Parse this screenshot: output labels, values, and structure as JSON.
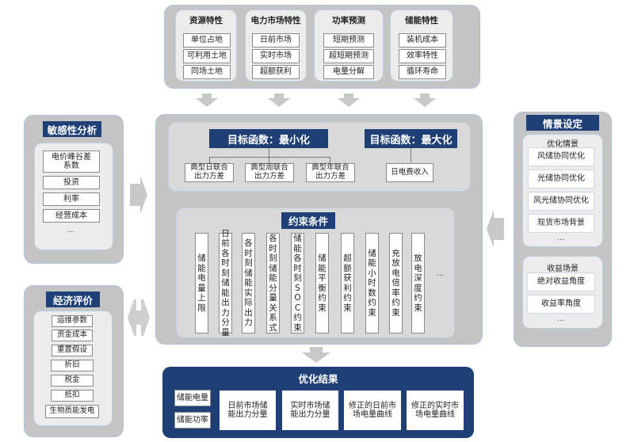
{
  "top_panels": [
    {
      "title": "资源特性",
      "items": [
        "单位占地",
        "可利用土地",
        "同场土地"
      ]
    },
    {
      "title": "电力市场特性",
      "items": [
        "日前市场",
        "实时市场",
        "超额获利"
      ]
    },
    {
      "title": "功率预测",
      "items": [
        "短期预测",
        "超短期预测",
        "电量分解"
      ]
    },
    {
      "title": "储能特性",
      "items": [
        "装机成本",
        "效率特性",
        "循环寿命"
      ]
    }
  ],
  "sensitivity": {
    "title": "敏感性分析",
    "items": [
      "电价峰谷差系数",
      "投资",
      "利率",
      "经营成本"
    ],
    "more": "…"
  },
  "economic": {
    "title": "经济评价",
    "items": [
      "运维参数",
      "资金成本",
      "重置假设",
      "折旧",
      "税金",
      "抵扣",
      "生物质能发电"
    ]
  },
  "scenario": {
    "title": "情景设定",
    "optimization": {
      "title": "优化情景",
      "items": [
        "风储协同优化",
        "光储协同优化",
        "风光储协同优化",
        "现货市场背景"
      ],
      "more": "…"
    },
    "revenue": {
      "title": "收益场景",
      "items": [
        "绝对收益角度",
        "收益率角度"
      ],
      "more": "…"
    }
  },
  "objective": {
    "minimize": {
      "title": "目标函数：最小化",
      "items": [
        "典型日联合出力方差",
        "典型周联合出力方差",
        "典型年联合出力方差"
      ]
    },
    "maximize": {
      "title": "目标函数：最大化",
      "items": [
        "日电费收入"
      ]
    }
  },
  "constraints": {
    "title": "约束条件",
    "items": [
      "储能电量上限",
      "日前各时刻储能出力分量",
      "各时刻储能实际出力",
      "各时刻储能分量关系式",
      "储能各时刻SOC约束",
      "储能平衡约束",
      "超额获利约束",
      "储能小时数约束",
      "充放电倍率约束",
      "放电深度约束"
    ],
    "more": "…"
  },
  "results": {
    "title": "优化结果",
    "small_items": [
      "储能电量",
      "储能功率"
    ],
    "items": [
      "日前市场储能出力分量",
      "实时市场储能出力分量",
      "修正的日前市场电量曲线",
      "修正的实时市场电量曲线"
    ]
  },
  "colors": {
    "navy": "#1f3f77",
    "panel_gray": "#c4c4c4",
    "arrow_gray": "#c8c8c8"
  }
}
